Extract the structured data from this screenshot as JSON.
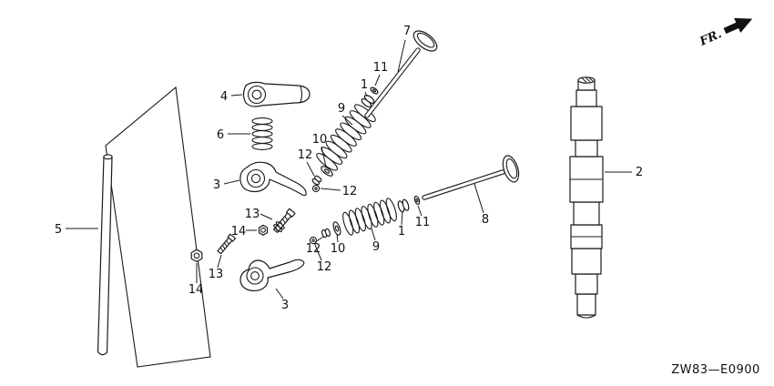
{
  "diagram": {
    "fr_label": "FR.",
    "code": "ZW83—E0900",
    "background": "#ffffff",
    "line_color": "#1a1a1a"
  },
  "callouts": [
    {
      "label": "7"
    },
    {
      "label": "11"
    },
    {
      "label": "1"
    },
    {
      "label": "9"
    },
    {
      "label": "10"
    },
    {
      "label": "12"
    },
    {
      "label": "4"
    },
    {
      "label": "6"
    },
    {
      "label": "3"
    },
    {
      "label": "12"
    },
    {
      "label": "13"
    },
    {
      "label": "14"
    },
    {
      "label": "5"
    },
    {
      "label": "12"
    },
    {
      "label": "10"
    },
    {
      "label": "12"
    },
    {
      "label": "9"
    },
    {
      "label": "1"
    },
    {
      "label": "11"
    },
    {
      "label": "8"
    },
    {
      "label": "2"
    },
    {
      "label": "13"
    },
    {
      "label": "14"
    },
    {
      "label": "3"
    }
  ]
}
